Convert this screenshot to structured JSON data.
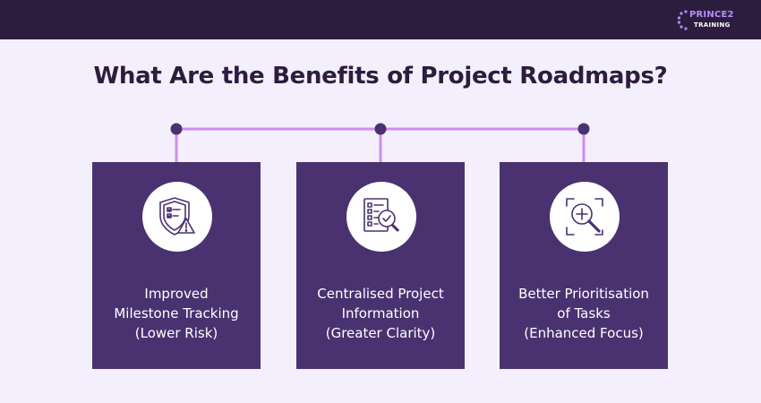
{
  "logo": {
    "brand": "PRINCE2",
    "sub": "TRAINING"
  },
  "title": "What Are the Benefits of Project Roadmaps?",
  "colors": {
    "background": "#f3effc",
    "top_bar": "#2c1d3f",
    "card": "#4a3270",
    "connector_line": "#d08cf0",
    "connector_dot": "#4a3270",
    "title": "#2c1d3f"
  },
  "cards": [
    {
      "icon": "shield-checklist-warning-icon",
      "lines": [
        "Improved",
        "Milestone Tracking",
        "(Lower Risk)"
      ]
    },
    {
      "icon": "checklist-magnifier-icon",
      "lines": [
        "Centralised Project",
        "Information",
        "(Greater Clarity)"
      ]
    },
    {
      "icon": "focus-magnifier-plus-icon",
      "lines": [
        "Better Prioritisation",
        "of Tasks",
        "(Enhanced Focus)"
      ]
    }
  ]
}
